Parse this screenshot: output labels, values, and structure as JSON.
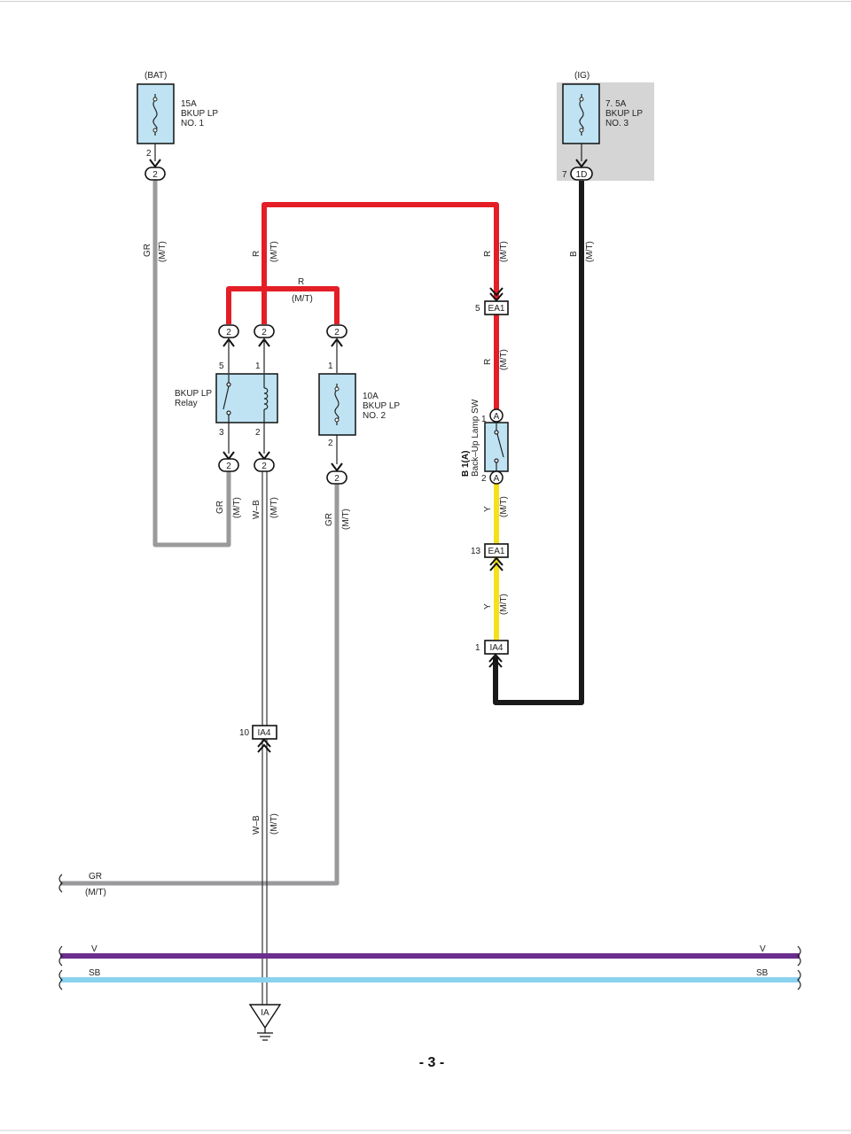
{
  "page_number": "- 3 -",
  "colors": {
    "red": "#e41e26",
    "gray": "#999a9c",
    "black": "#1a1a1a",
    "yellow": "#f5e11a",
    "violet": "#6b2d8e",
    "sky_blue": "#8ad3ef",
    "component_fill": "#bfe3f2",
    "ig_shade": "#d5d5d5"
  },
  "fuses": {
    "bat": {
      "source": "(BAT)",
      "line1": "15A",
      "line2": "BKUP LP",
      "line3": "NO. 1",
      "pin": "2",
      "connector": "2"
    },
    "ig": {
      "source": "(IG)",
      "line1": "7. 5A",
      "line2": "BKUP LP",
      "line3": "NO. 3",
      "pin": "7",
      "connector": "1D"
    },
    "no2": {
      "line1": "10A",
      "line2": "BKUP LP",
      "line3": "NO. 2",
      "pin_top": "1",
      "pin_bottom": "2",
      "connector_top": "2",
      "connector_bottom": "2"
    }
  },
  "relay": {
    "line1": "BKUP LP",
    "line2": "Relay",
    "pin5": "5",
    "pin1": "1",
    "pin3": "3",
    "pin2": "2",
    "conn_top_left": "2",
    "conn_top_right": "2",
    "conn_bottom_left": "2",
    "conn_bottom_right": "2"
  },
  "switch": {
    "code": "B 1(A)",
    "name": "Back–Up Lamp SW",
    "pin_top": "1",
    "pin_bottom": "2",
    "conn": "A"
  },
  "connectors": {
    "ea1_top": {
      "label": "EA1",
      "pin": "5"
    },
    "ea1_bottom": {
      "label": "EA1",
      "pin": "13"
    },
    "ia4_right": {
      "label": "IA4",
      "pin": "1"
    },
    "ia4_left": {
      "label": "IA4",
      "pin": "10"
    }
  },
  "ground": {
    "label": "IA"
  },
  "wire_labels": {
    "gr": "GR",
    "r": "R",
    "b": "B",
    "wb": "W–B",
    "y": "Y",
    "mt": "(M/T)",
    "v": "V",
    "sb": "SB"
  }
}
